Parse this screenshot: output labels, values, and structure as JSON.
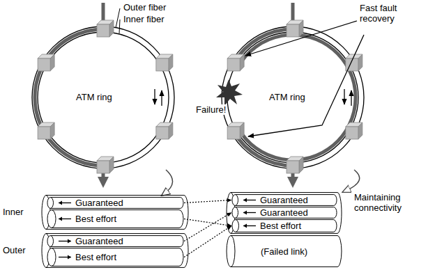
{
  "diagram": {
    "nodes": [
      {
        "text": [
          "Inner"
        ]
      },
      {
        "text": [
          "Guaranteed"
        ],
        "in": 0
      },
      {
        "text": [
          "Best effort"
        ],
        "in": 0
      },
      {
        "text": [
          "Outer"
        ]
      },
      {
        "text": [
          "Guaranteed"
        ],
        "in": 3
      },
      {
        "text": [
          "Best effort"
        ],
        "in": 3
      },
      {
        "text": [
          "Maintaining connectivity"
        ]
      },
      {
        "text": [
          "Guaranteed"
        ],
        "in": 6
      },
      {
        "text": [
          "Guaranteed"
        ],
        "in": 6
      },
      {
        "text": [
          "Best effort"
        ],
        "in": 6
      },
      {
        "text": [
          "(Failed link)"
        ]
      }
    ],
    "edges": [
      {
        "from": 1,
        "to": 7,
        "arrow": "to"
      },
      {
        "from": 2,
        "to": 9,
        "arrow": "to"
      },
      {
        "from": 4,
        "to": 8,
        "arrow": "to"
      },
      {
        "from": 5,
        "to": 9,
        "arrow": "to"
      }
    ],
    "labels": [
      "Outer fiber",
      "Inner fiber",
      "ATM ring",
      "Fast fault recovery",
      "ATM ring",
      "Failure!"
    ]
  }
}
